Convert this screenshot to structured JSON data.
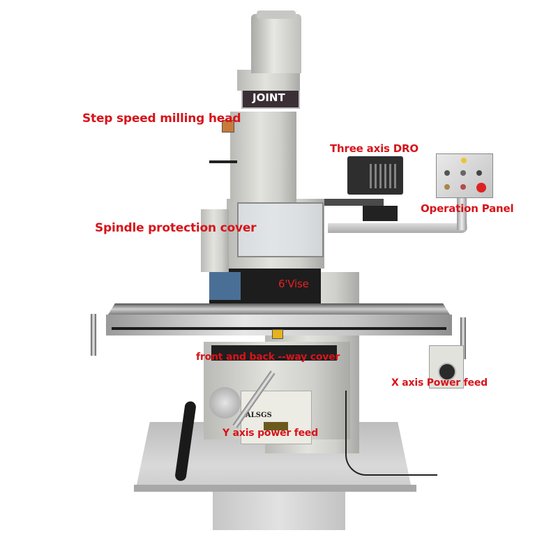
{
  "image": {
    "subject": "Turret milling machine",
    "brand_badge": "JOINT"
  },
  "labels": [
    {
      "id": "milling-head",
      "text": "Step speed milling head"
    },
    {
      "id": "dro",
      "text": "Three axis DRO"
    },
    {
      "id": "operation-panel",
      "text": "Operation Panel"
    },
    {
      "id": "spindle-cover",
      "text": "Spindle protection cover"
    },
    {
      "id": "vise",
      "text": "6'Vise"
    },
    {
      "id": "way-cover",
      "text": "front and back --way cover"
    },
    {
      "id": "x-feed",
      "text": "X axis Power feed"
    },
    {
      "id": "y-feed",
      "text": "Y axis power feed"
    }
  ],
  "feed_badge": "ALSGS",
  "colors": {
    "label": "#d7141a",
    "machine_body": "#d2d3ce",
    "motor": "#cfd0cc",
    "vise_blue": "#4a6f96",
    "background": "#ffffff"
  }
}
